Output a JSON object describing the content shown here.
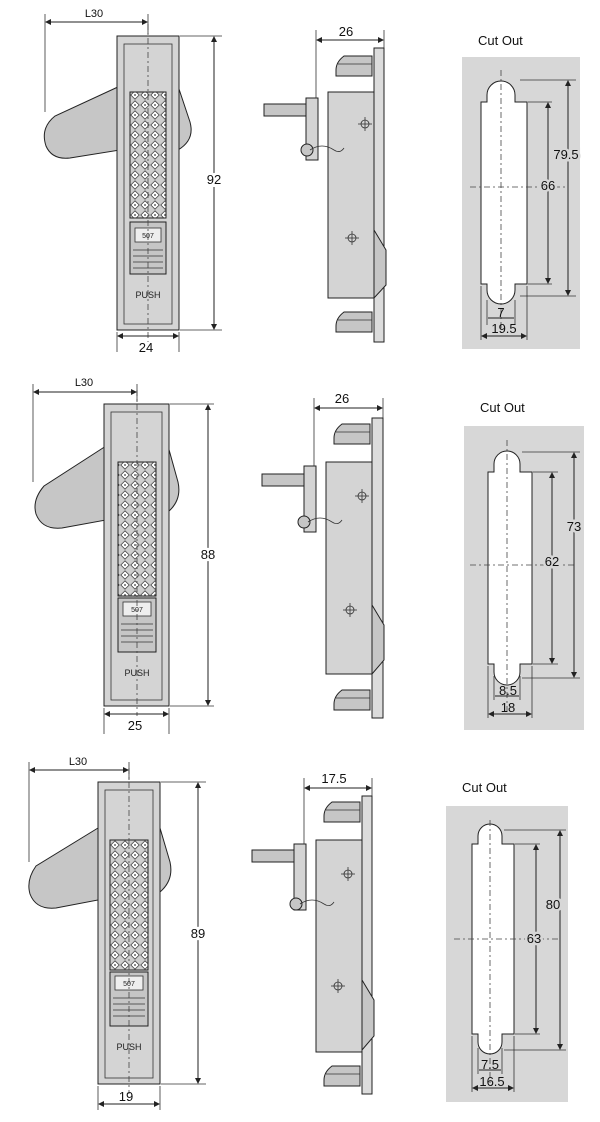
{
  "rows": [
    {
      "front": {
        "lever_dim": "L30",
        "height_dim": "92",
        "width_dim": "24",
        "push_label": "PUSH",
        "code": "507"
      },
      "side": {
        "depth_dim": "26"
      },
      "cutout": {
        "title": "Cut Out",
        "outer_height": "79.5",
        "inner_height": "66",
        "slot_width": "7",
        "total_width": "19.5"
      }
    },
    {
      "front": {
        "lever_dim": "L30",
        "height_dim": "88",
        "width_dim": "25",
        "push_label": "PUSH",
        "code": "507"
      },
      "side": {
        "depth_dim": "26"
      },
      "cutout": {
        "title": "Cut Out",
        "outer_height": "73",
        "inner_height": "62",
        "slot_width": "8.5",
        "total_width": "18"
      }
    },
    {
      "front": {
        "lever_dim": "L30",
        "height_dim": "89",
        "width_dim": "19",
        "push_label": "PUSH",
        "code": "507"
      },
      "side": {
        "depth_dim": "17.5"
      },
      "cutout": {
        "title": "Cut Out",
        "outer_height": "80",
        "inner_height": "63",
        "slot_width": "7.5",
        "total_width": "16.5"
      }
    }
  ],
  "colors": {
    "line": "#222222",
    "body_fill": "#d4d4d4",
    "cutout_background": "#d7d7d7"
  }
}
